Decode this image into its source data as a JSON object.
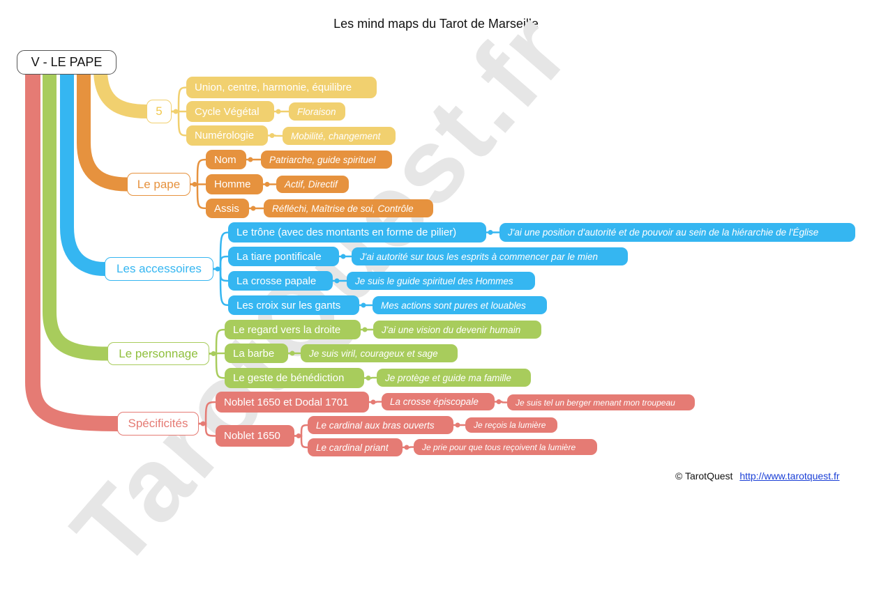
{
  "title": "Les mind maps du Tarot de Marseille",
  "watermark": "TarotQuest.fr",
  "colors": {
    "yellow": "#f1d06f",
    "orange": "#e6923e",
    "blue": "#35b6f1",
    "green": "#a8cc5c",
    "red": "#e57b74"
  },
  "root": "V - LE PAPE",
  "numero": {
    "label": "5",
    "items": [
      "Union, centre, harmonie, équilibre",
      "Cycle Végétal",
      "Floraison",
      "Numérologie",
      "Mobilité, changement"
    ]
  },
  "pape": {
    "label": "Le pape",
    "items": [
      "Nom",
      "Patriarche, guide spirituel",
      "Homme",
      "Actif, Directif",
      "Assis",
      "Réfléchi, Maîtrise de soi, Contrôle"
    ]
  },
  "accessoires": {
    "label": "Les accessoires",
    "items": [
      "Le trône (avec des montants en forme de pilier)",
      "J'ai une position d'autorité et de pouvoir au sein de la hiérarchie de l'Église",
      "La tiare pontificale",
      "J'ai autorité sur tous les esprits à commencer par le mien",
      "La crosse papale",
      "Je suis le guide spirituel des Hommes",
      "Les croix sur les gants",
      "Mes actions sont pures et louables"
    ]
  },
  "personnage": {
    "label": "Le personnage",
    "items": [
      "Le regard vers la droite",
      "J'ai une vision du devenir humain",
      "La barbe",
      "Je suis viril, courageux et sage",
      "Le geste de bénédiction",
      "Je protège et guide ma famille"
    ]
  },
  "specificites": {
    "label": "Spécificités",
    "items": [
      "Noblet 1650 et Dodal 1701",
      "La crosse épiscopale",
      "Je suis tel un berger menant mon troupeau",
      "Noblet 1650",
      "Le cardinal aux bras ouverts",
      "Je reçois la lumière",
      "Le cardinal priant",
      "Je prie pour que tous reçoivent la lumière"
    ]
  },
  "footer": {
    "copyright": "© TarotQuest",
    "link": "http://www.tarotquest.fr"
  }
}
